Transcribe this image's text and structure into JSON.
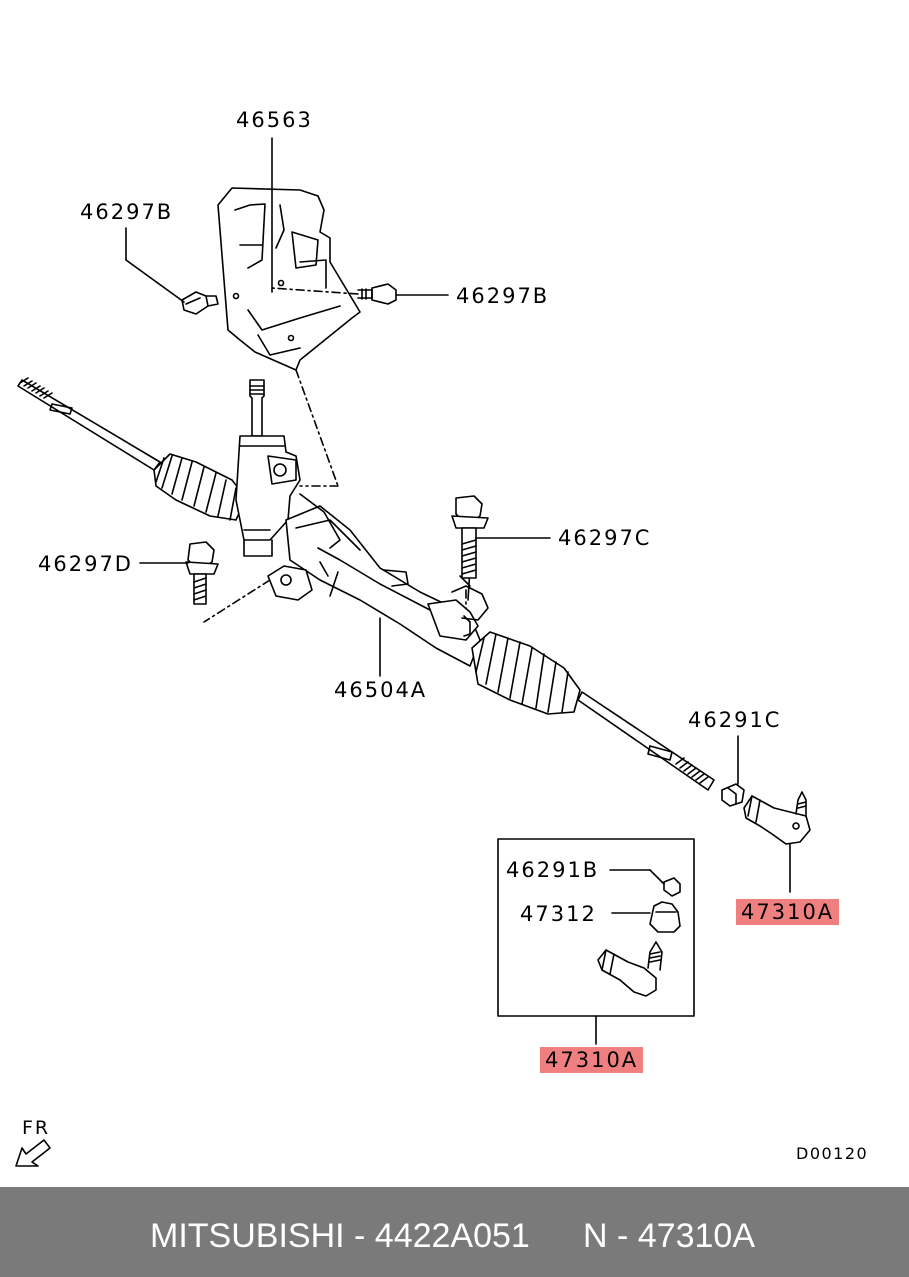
{
  "labels": {
    "p46563": "46563",
    "p46297b_left": "46297B",
    "p46297b_right": "46297B",
    "p46297c": "46297C",
    "p46297d": "46297D",
    "p46504a": "46504A",
    "p46291c": "46291C",
    "p47310a_right": "47310A",
    "p46291b": "46291B",
    "p47312": "47312",
    "p47310a_bottom": "47310A",
    "fr": "FR",
    "code": "D00120"
  },
  "colors": {
    "highlight": "#f08080",
    "footer_bg": "#7a7a7a",
    "footer_text": "#ffffff"
  },
  "footer": {
    "brand_part": "MITSUBISHI - 4422A051",
    "ref": "N - 47310A"
  }
}
